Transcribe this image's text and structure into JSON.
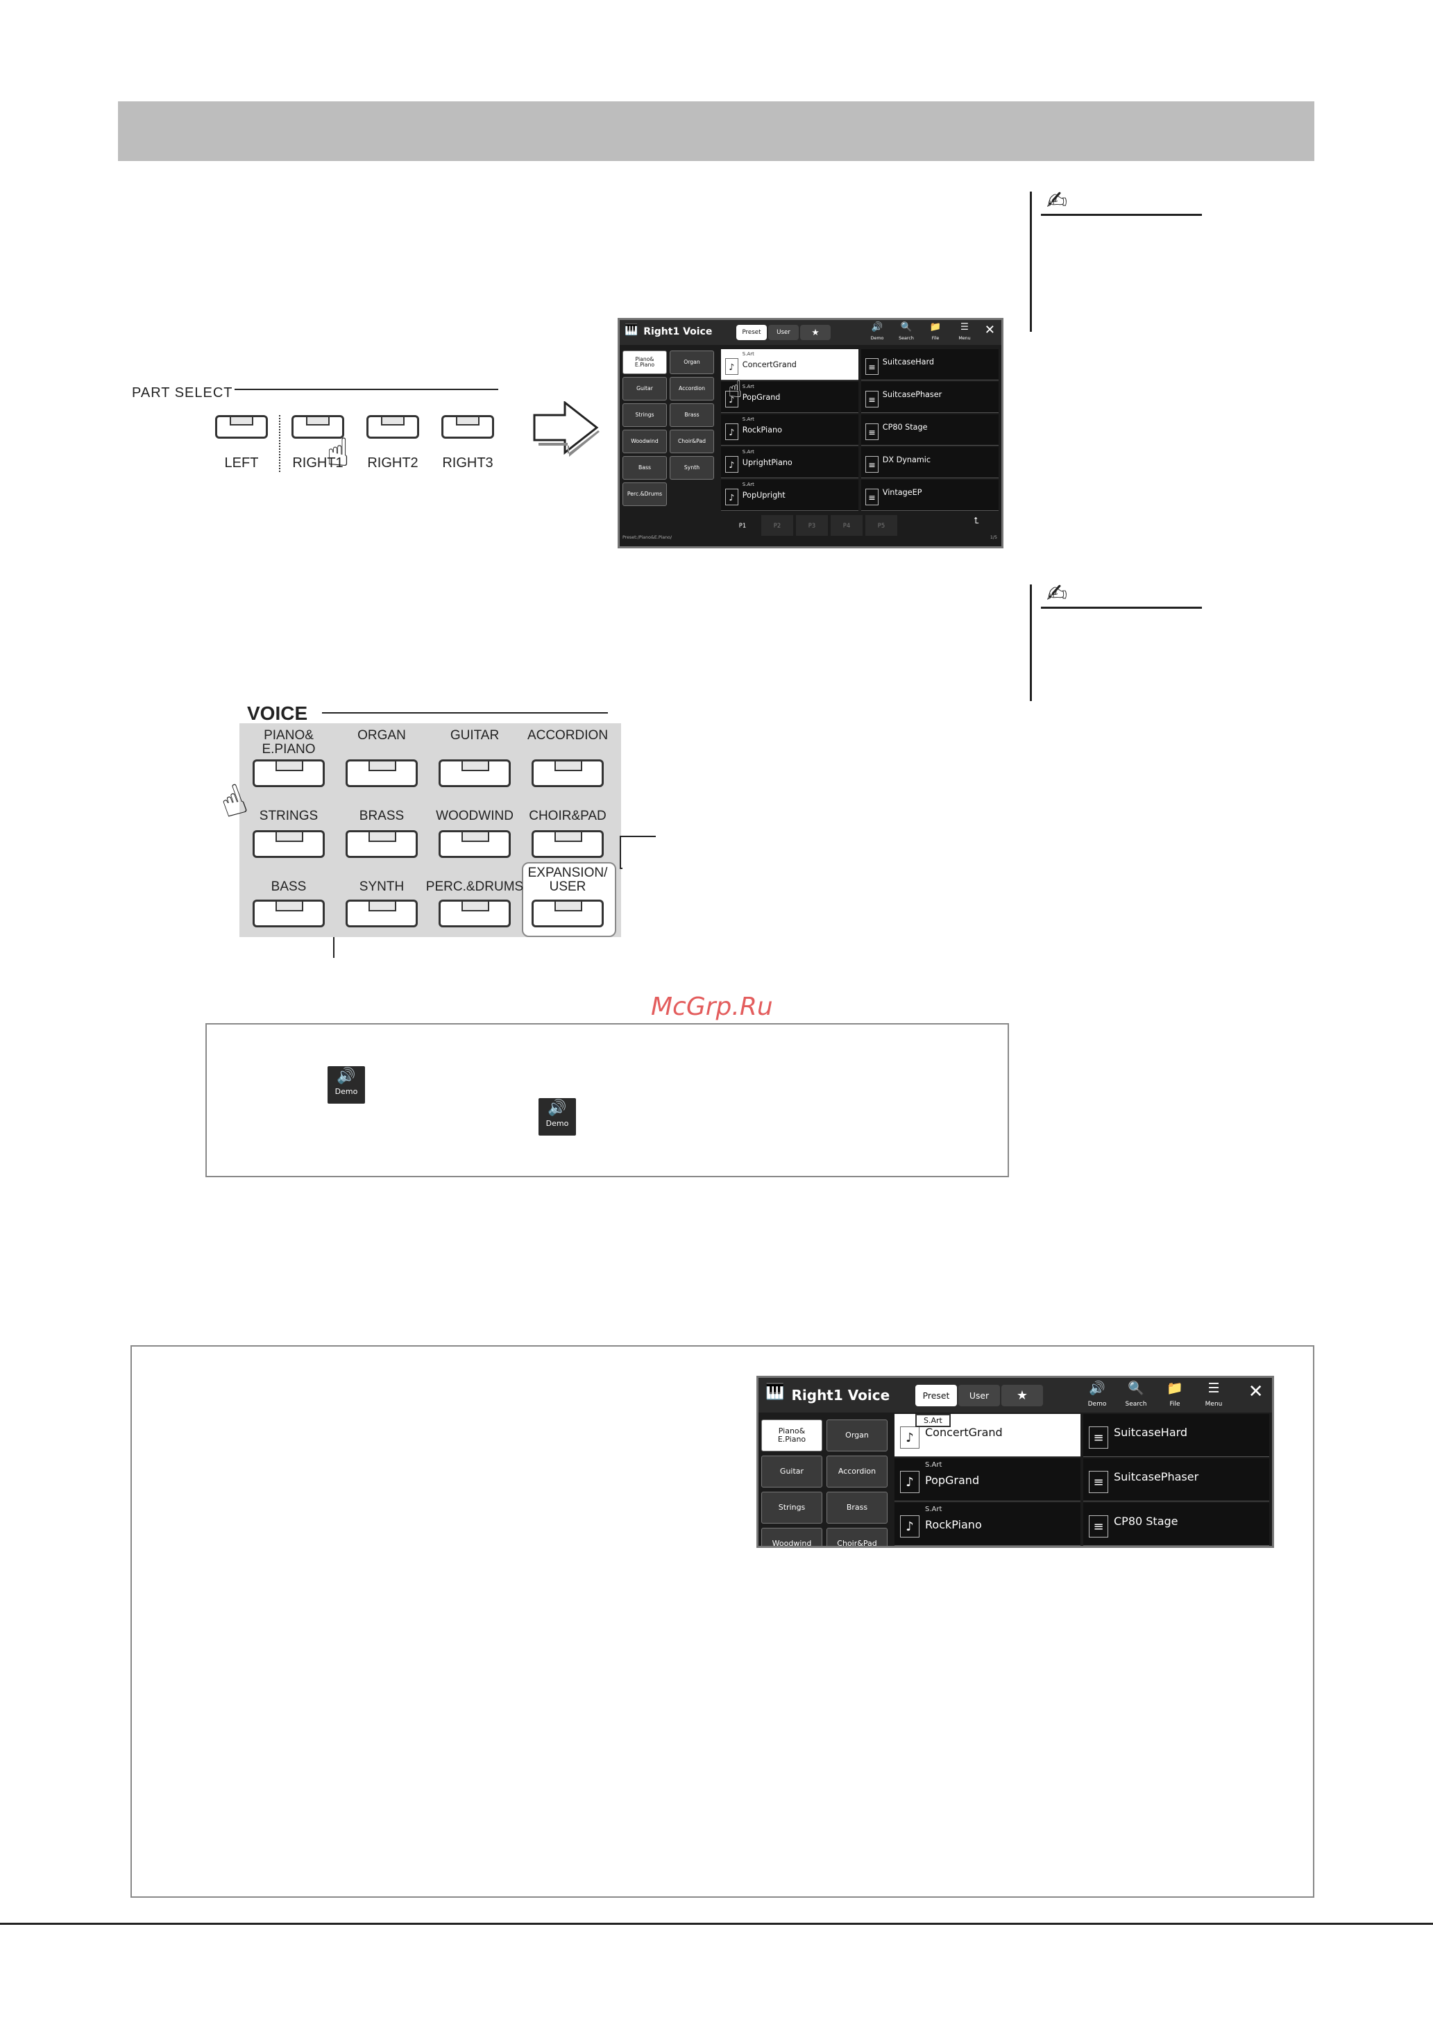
{
  "watermark": "McGrp.Ru",
  "part_select": {
    "title": "PART SELECT",
    "buttons": [
      "LEFT",
      "RIGHT1",
      "RIGHT2",
      "RIGHT3"
    ]
  },
  "voice_panel": {
    "title": "VOICE",
    "buttons": [
      [
        "PIANO&\nE.PIANO",
        "ORGAN",
        "GUITAR",
        "ACCORDION"
      ],
      [
        "STRINGS",
        "BRASS",
        "WOODWIND",
        "CHOIR&PAD"
      ],
      [
        "BASS",
        "SYNTH",
        "PERC.&DRUMS",
        "EXPANSION/\nUSER"
      ]
    ]
  },
  "screen1": {
    "title": "Right1 Voice",
    "tabs": {
      "preset": "Preset",
      "user": "User",
      "fav": "★"
    },
    "toolbar": {
      "demo": "Demo",
      "search": "Search",
      "file": "File",
      "menu": "Menu",
      "close": "✕"
    },
    "categories": [
      [
        "Piano&\nE.Piano",
        "Organ"
      ],
      [
        "Guitar",
        "Accordion"
      ],
      [
        "Strings",
        "Brass"
      ],
      [
        "Woodwind",
        "Choir&Pad"
      ],
      [
        "Bass",
        "Synth"
      ],
      [
        "Perc.&Drums",
        ""
      ]
    ],
    "voices_left": [
      {
        "tag": "S.Art",
        "name": "ConcertGrand"
      },
      {
        "tag": "S.Art",
        "name": "PopGrand"
      },
      {
        "tag": "S.Art",
        "name": "RockPiano"
      },
      {
        "tag": "S.Art",
        "name": "UprightPiano"
      },
      {
        "tag": "S.Art",
        "name": "PopUpright"
      }
    ],
    "voices_right": [
      {
        "tag": "",
        "name": "SuitcaseHard"
      },
      {
        "tag": "",
        "name": "SuitcasePhaser"
      },
      {
        "tag": "",
        "name": "CP80 Stage"
      },
      {
        "tag": "",
        "name": "DX Dynamic"
      },
      {
        "tag": "",
        "name": "VintageEP"
      }
    ],
    "pages": [
      "P1",
      "P2",
      "P3",
      "P4",
      "P5"
    ],
    "up_arrow": "⮤",
    "path": "Preset:/Piano&E.Piano/",
    "page_count": "1/5"
  },
  "screen2": {
    "title": "Right1 Voice",
    "tabs": {
      "preset": "Preset",
      "user": "User",
      "fav": "★"
    },
    "toolbar": {
      "demo": "Demo",
      "search": "Search",
      "file": "File",
      "menu": "Menu",
      "close": "✕"
    },
    "callout": "S.Art",
    "categories": [
      [
        "Piano&\nE.Piano",
        "Organ"
      ],
      [
        "Guitar",
        "Accordion"
      ],
      [
        "Strings",
        "Brass"
      ],
      [
        "Woodwind",
        "Choir&Pad"
      ]
    ],
    "voices_left": [
      {
        "tag": "",
        "name": "ConcertGrand"
      },
      {
        "tag": "S.Art",
        "name": "PopGrand"
      },
      {
        "tag": "S.Art",
        "name": "RockPiano"
      }
    ],
    "voices_right": [
      {
        "tag": "",
        "name": "SuitcaseHard"
      },
      {
        "tag": "",
        "name": "SuitcasePhaser"
      },
      {
        "tag": "",
        "name": "CP80 Stage"
      }
    ]
  },
  "demo_icon": {
    "label": "Demo"
  }
}
